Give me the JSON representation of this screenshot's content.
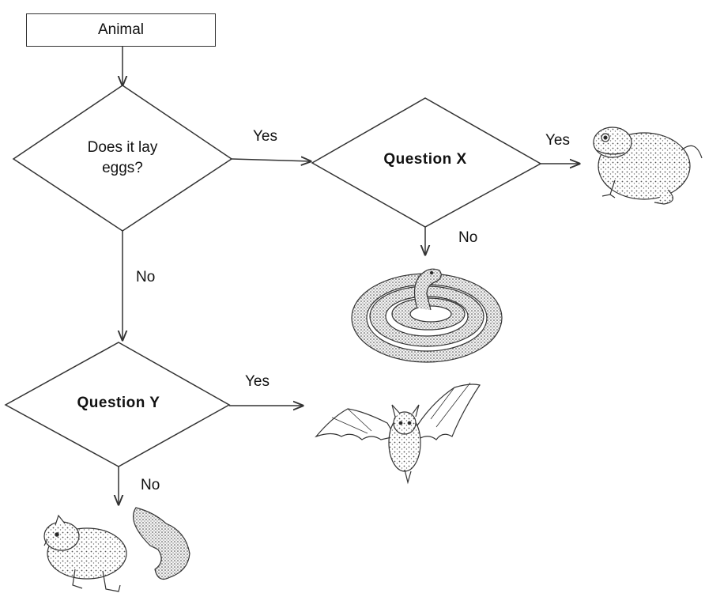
{
  "start": {
    "label": "Animal"
  },
  "decisions": {
    "lays_eggs": {
      "question": "Does it lay eggs?",
      "line1": "Does it lay",
      "line2": "eggs?"
    },
    "question_x": {
      "question": "Question X"
    },
    "question_y": {
      "question": "Question Y"
    }
  },
  "edges": {
    "eggs_yes": "Yes",
    "eggs_no": "No",
    "x_yes": "Yes",
    "x_no": "No",
    "y_yes": "Yes",
    "y_no": "No"
  },
  "outcomes": [
    {
      "animal": "toad",
      "icon": "toad-illustration"
    },
    {
      "animal": "snake",
      "icon": "snake-illustration"
    },
    {
      "animal": "bat",
      "icon": "bat-illustration"
    },
    {
      "animal": "squirrel",
      "icon": "squirrel-illustration"
    }
  ]
}
